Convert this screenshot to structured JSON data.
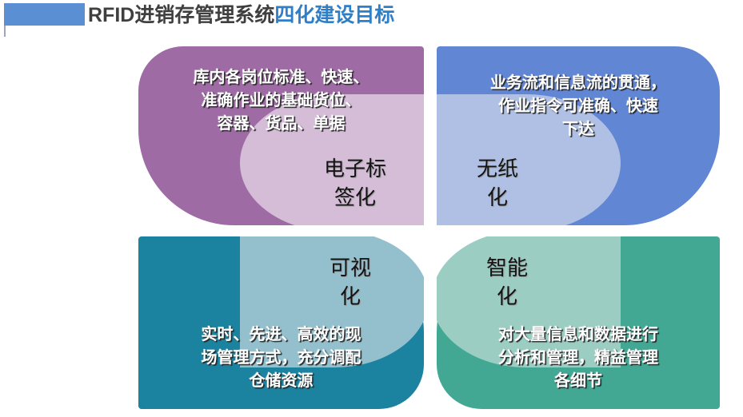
{
  "title": {
    "main": "RFID进销存管理系统",
    "highlight": "四化建设目标"
  },
  "colors": {
    "accent_bar": "#5B8FD4",
    "title_main": "#3F3F3F",
    "title_highlight": "#2E7EC8",
    "quadrant_top_left": "#9F6BA5",
    "quadrant_top_left_oval": "#D5BDD8",
    "quadrant_top_right": "#6186D4",
    "quadrant_top_right_oval": "#AFC0E4",
    "quadrant_bottom_left": "#1B839F",
    "quadrant_bottom_left_oval": "#94C0CD",
    "quadrant_bottom_right": "#42A793",
    "quadrant_bottom_right_oval": "#9BCDC2"
  },
  "quadrants": [
    {
      "id": "top-left",
      "label": "电子标\n签化",
      "body": "库内各岗位标准、快速、\n准确作业的基础货位、\n容器、货品、单据"
    },
    {
      "id": "top-right",
      "label": "无纸\n化",
      "body": "业务流和信息流的贯通，\n作业指令可准确、快速\n下达"
    },
    {
      "id": "bottom-left",
      "label": "可视\n化",
      "body": "实时、先进、高效的现\n场管理方式，充分调配\n仓储资源"
    },
    {
      "id": "bottom-right",
      "label": "智能\n化",
      "body": "对大量信息和数据进行\n分析和管理，精益管理\n各细节"
    }
  ]
}
